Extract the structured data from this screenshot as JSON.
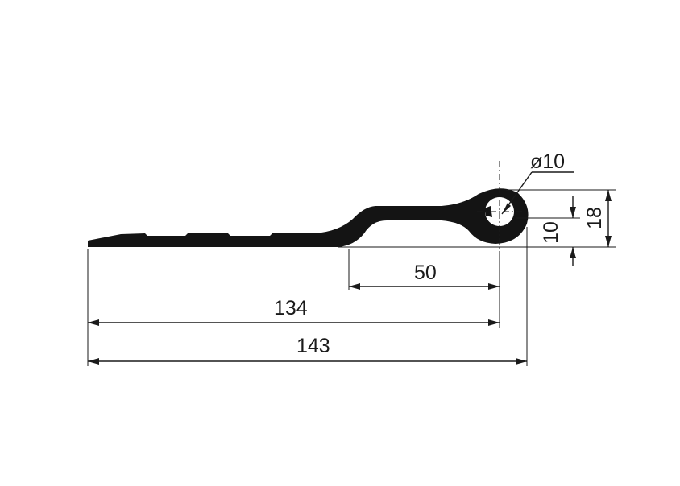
{
  "colors": {
    "ink": "#1a1a1a",
    "part": "#141414",
    "background": "#ffffff"
  },
  "dimensions": {
    "hole_diameter": "ø10",
    "hole_offset": "10",
    "eye_height": "18",
    "eye_to_bend": "50",
    "to_hole_center": "134",
    "overall_length": "143"
  }
}
